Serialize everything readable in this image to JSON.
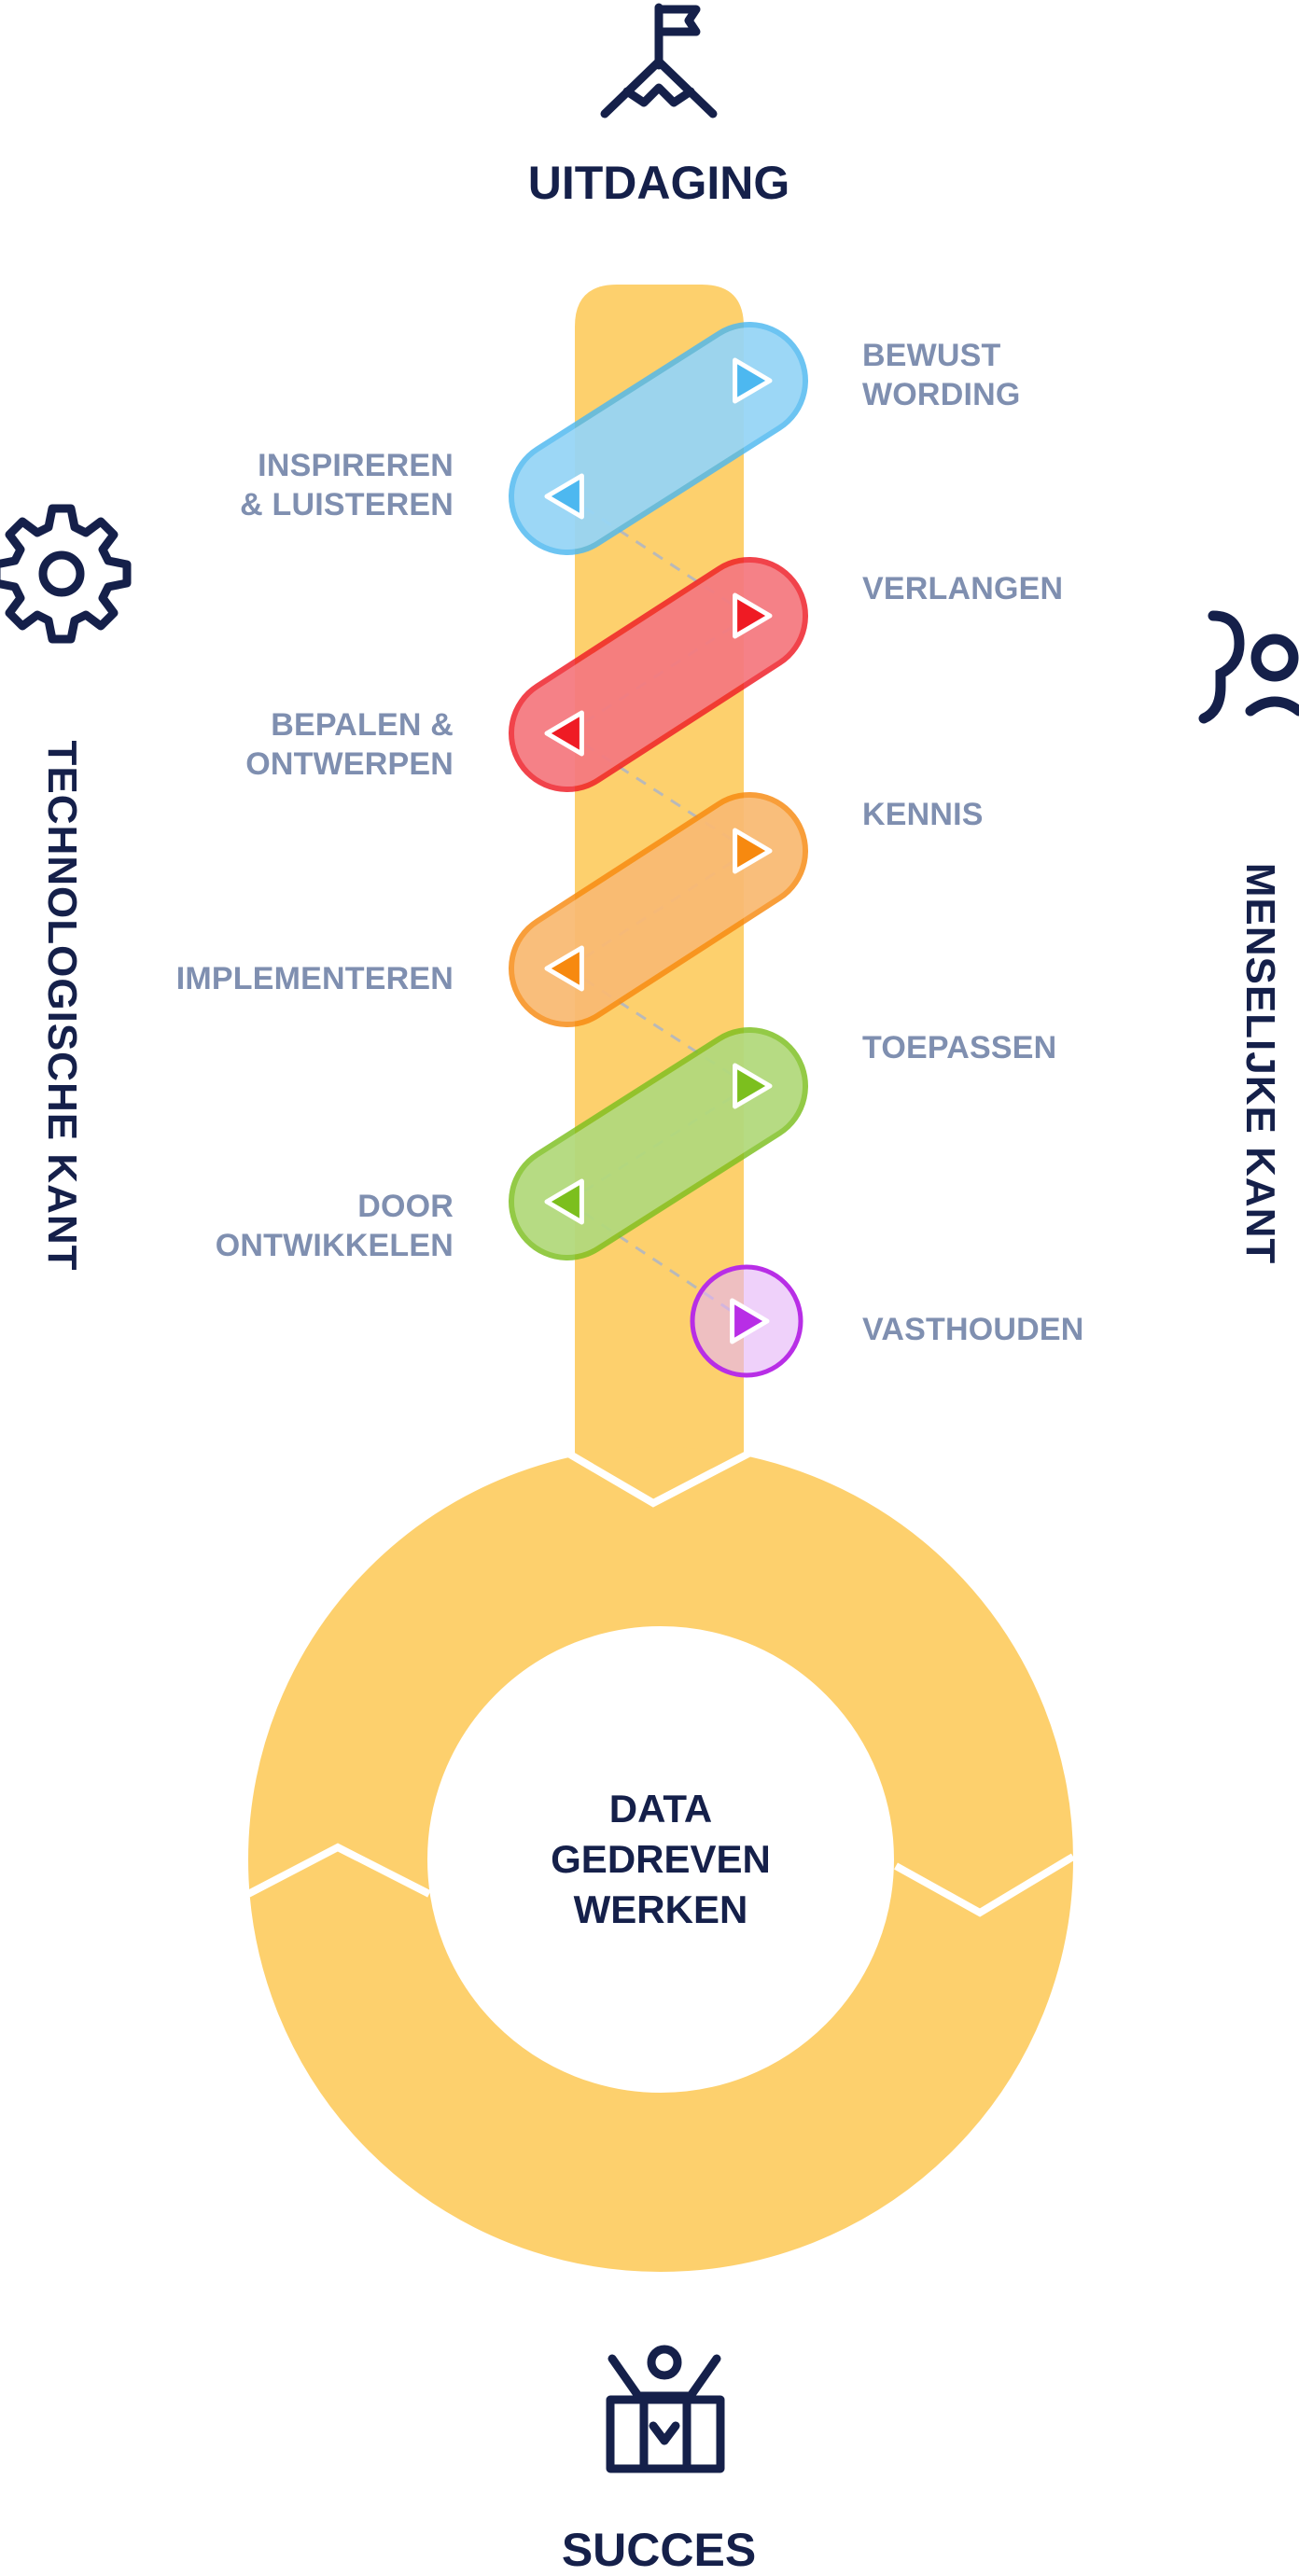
{
  "top": {
    "title": "UITDAGING",
    "icon": "mountain-flag-icon"
  },
  "bottom": {
    "title": "SUCCES",
    "icon": "celebrating-person-podium-icon"
  },
  "left_side": {
    "title": "TECHNOLOGISCHE KANT",
    "icon": "gear-icon"
  },
  "right_side": {
    "title": "MENSELIJKE KANT",
    "icon": "people-icon"
  },
  "center": {
    "text": "DATA\nGEDREVEN\nWERKEN"
  },
  "steps": [
    {
      "label": "BEWUST\nWORDING",
      "side": "human",
      "color": "#4db8f0"
    },
    {
      "label": "INSPIREREN\n& LUISTEREN",
      "side": "technology",
      "color": "#4db8f0"
    },
    {
      "label": "VERLANGEN",
      "side": "human",
      "color": "#ef1b24"
    },
    {
      "label": "BEPALEN &\nONTWERPEN",
      "side": "technology",
      "color": "#ef1b24"
    },
    {
      "label": "KENNIS",
      "side": "human",
      "color": "#f7890f"
    },
    {
      "label": "IMPLEMENTEREN",
      "side": "technology",
      "color": "#f7890f"
    },
    {
      "label": "TOEPASSEN",
      "side": "human",
      "color": "#7cbf1e"
    },
    {
      "label": "DOOR\nONTWIKKELEN",
      "side": "technology",
      "color": "#7cbf1e"
    },
    {
      "label": "VASTHOUDEN",
      "side": "human",
      "color": "#b82ee6"
    }
  ],
  "colors": {
    "track": "#fdd06d",
    "navy": "#15204a",
    "label": "#7f8fb0"
  }
}
